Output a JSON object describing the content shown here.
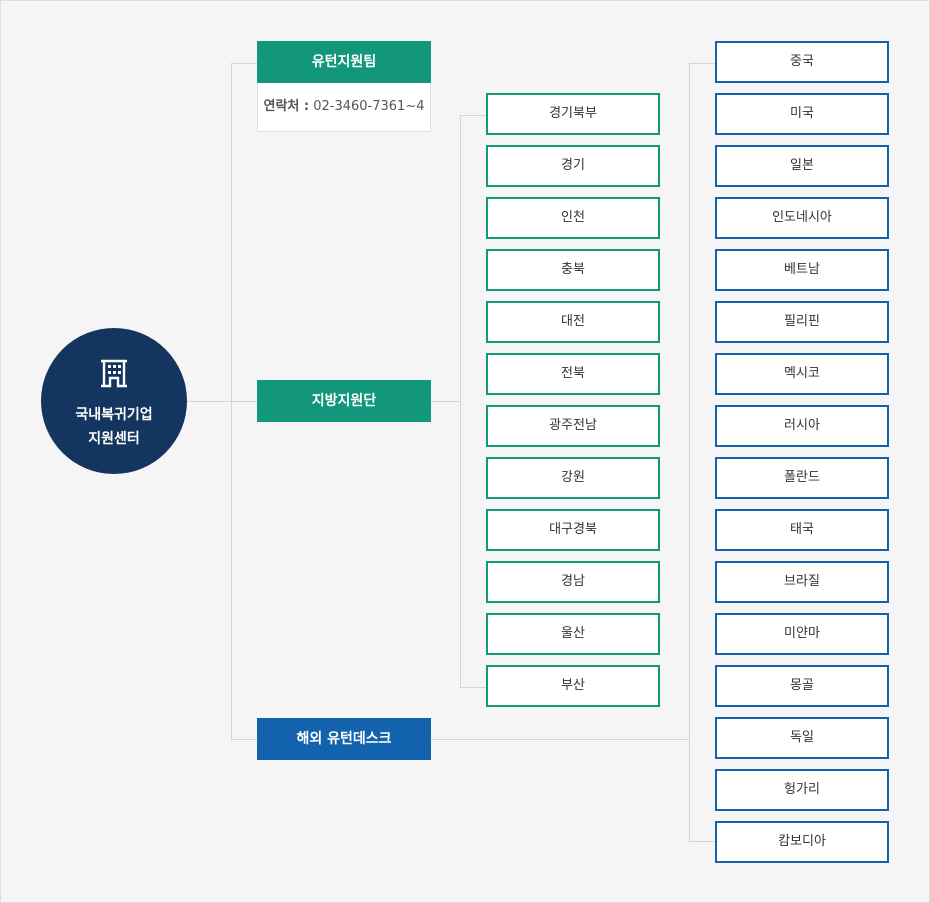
{
  "hub": {
    "line1": "국내복귀기업",
    "line2": "지원센터",
    "icon": "building-icon"
  },
  "uturn": {
    "title": "유턴지원팀",
    "contact_label": "연락처 :",
    "contact_value": "02-3460-7361~4"
  },
  "regional": {
    "title": "지방지원단",
    "items": [
      "경기북부",
      "경기",
      "인천",
      "충북",
      "대전",
      "전북",
      "광주전남",
      "강원",
      "대구경북",
      "경남",
      "울산",
      "부산"
    ]
  },
  "overseas": {
    "title": "해외 유턴데스크",
    "items": [
      "중국",
      "미국",
      "일본",
      "인도네시아",
      "베트남",
      "필리핀",
      "멕시코",
      "러시아",
      "폴란드",
      "태국",
      "브라질",
      "미얀마",
      "몽골",
      "독일",
      "헝가리",
      "캄보디아"
    ]
  },
  "colors": {
    "hub": "#13355f",
    "green": "#12977a",
    "blue": "#1262ad"
  }
}
